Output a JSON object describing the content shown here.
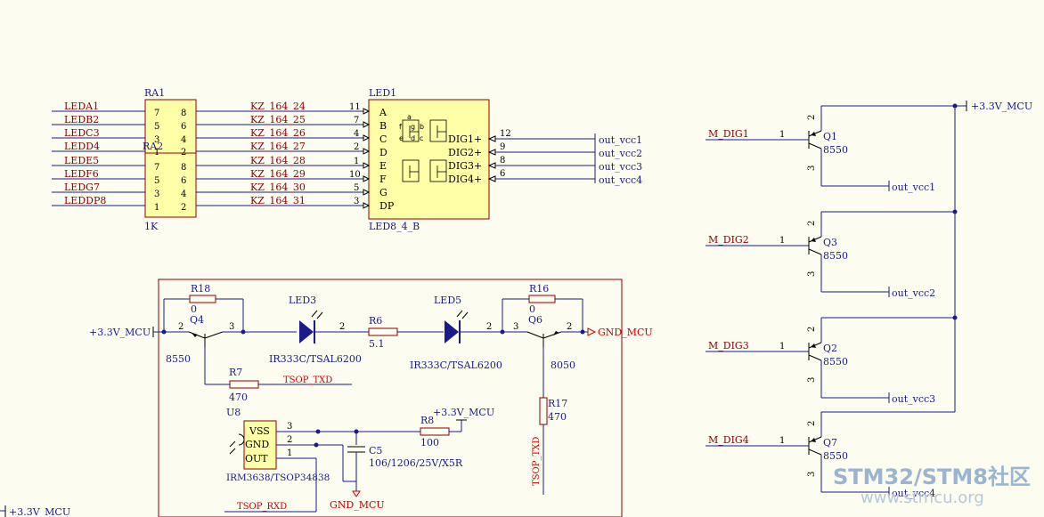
{
  "ra1": {
    "ref": "RA1",
    "value": "1K",
    "left_pins": [
      "7",
      "5",
      "3",
      "1"
    ],
    "right_pins": [
      "8",
      "6",
      "4",
      "2"
    ],
    "left_nets": [
      "LEDA1",
      "LEDB2",
      "LEDC3",
      "LEDD4"
    ]
  },
  "ra2": {
    "ref": "RA2",
    "left_pins": [
      "7",
      "5",
      "3",
      "1"
    ],
    "right_pins": [
      "8",
      "6",
      "4",
      "2"
    ],
    "left_nets": [
      "LEDE5",
      "LEDF6",
      "LEDG7",
      "LEDDP8"
    ]
  },
  "kz_nets": [
    "KZ_164_24",
    "KZ_164_25",
    "KZ_164_26",
    "KZ_164_27",
    "KZ_164_28",
    "KZ_164_29",
    "KZ_164_30",
    "KZ_164_31"
  ],
  "led1": {
    "ref": "LED1",
    "value": "LED8_4_B",
    "seg_pins": [
      "11",
      "7",
      "4",
      "2",
      "1",
      "10",
      "5",
      "3"
    ],
    "seg_names": [
      "A",
      "B",
      "C",
      "D",
      "E",
      "F",
      "G",
      "DP"
    ],
    "dig_names": [
      "DIG1+",
      "DIG2+",
      "DIG3+",
      "DIG4+"
    ],
    "dig_pins": [
      "12",
      "9",
      "8",
      "6"
    ],
    "out_nets": [
      "out_vcc1",
      "out_vcc2",
      "out_vcc3",
      "out_vcc4"
    ],
    "seg_letters": {
      "a": "a",
      "b": "b",
      "c": "c",
      "d": "d",
      "e": "e",
      "f": "f",
      "g": "g"
    }
  },
  "power": {
    "vcc_mcu": "+3.3V_MCU",
    "gnd_mcu": "GND_MCU"
  },
  "drivers": [
    {
      "ref": "Q1",
      "value": "8550",
      "base_net": "M_DIG1",
      "base_pin": "1",
      "collector_pin": "2",
      "emitter_pin": "3",
      "out": "out_vcc1"
    },
    {
      "ref": "Q3",
      "value": "8550",
      "base_net": "M_DIG2",
      "base_pin": "1",
      "collector_pin": "2",
      "emitter_pin": "3",
      "out": "out_vcc2"
    },
    {
      "ref": "Q2",
      "value": "8550",
      "base_net": "M_DIG3",
      "base_pin": "1",
      "collector_pin": "2",
      "emitter_pin": "3",
      "out": "out_vcc3"
    },
    {
      "ref": "Q7",
      "value": "8550",
      "base_net": "M_DIG4",
      "base_pin": "1",
      "collector_pin": "2",
      "emitter_pin": "3",
      "out": "out_vcc4"
    }
  ],
  "ir": {
    "r18": {
      "ref": "R18",
      "value": "0"
    },
    "q4": {
      "ref": "Q4",
      "value": "8550",
      "pins": [
        "2",
        "3"
      ]
    },
    "led3": {
      "ref": "LED3",
      "value": "IR333C/TSAL6200",
      "pin": "2"
    },
    "r6": {
      "ref": "R6",
      "value": "5.1"
    },
    "led5": {
      "ref": "LED5",
      "value": "IR333C/TSAL6200",
      "pin": "2"
    },
    "r16": {
      "ref": "R16",
      "value": "0"
    },
    "q6": {
      "ref": "Q6",
      "value": "8050",
      "pins": [
        "3",
        "2"
      ]
    },
    "r7": {
      "ref": "R7",
      "value": "470"
    },
    "tsop_txd": "TSOP_TXD",
    "r17": {
      "ref": "R17",
      "value": "470"
    },
    "u8": {
      "ref": "U8",
      "value": "IRM3638/TSOP34838",
      "pins": [
        "VSS",
        "GND",
        "OUT"
      ],
      "pin_nums": [
        "3",
        "2",
        "1"
      ]
    },
    "r8": {
      "ref": "R8",
      "value": "100"
    },
    "c5": {
      "ref": "C5",
      "value": "106/1206/25V/X5R"
    },
    "tsop_rxd": "TSOP_RXD"
  },
  "watermark": {
    "brand": "STM32/STM8社区",
    "url": "www.stmcu.org"
  }
}
